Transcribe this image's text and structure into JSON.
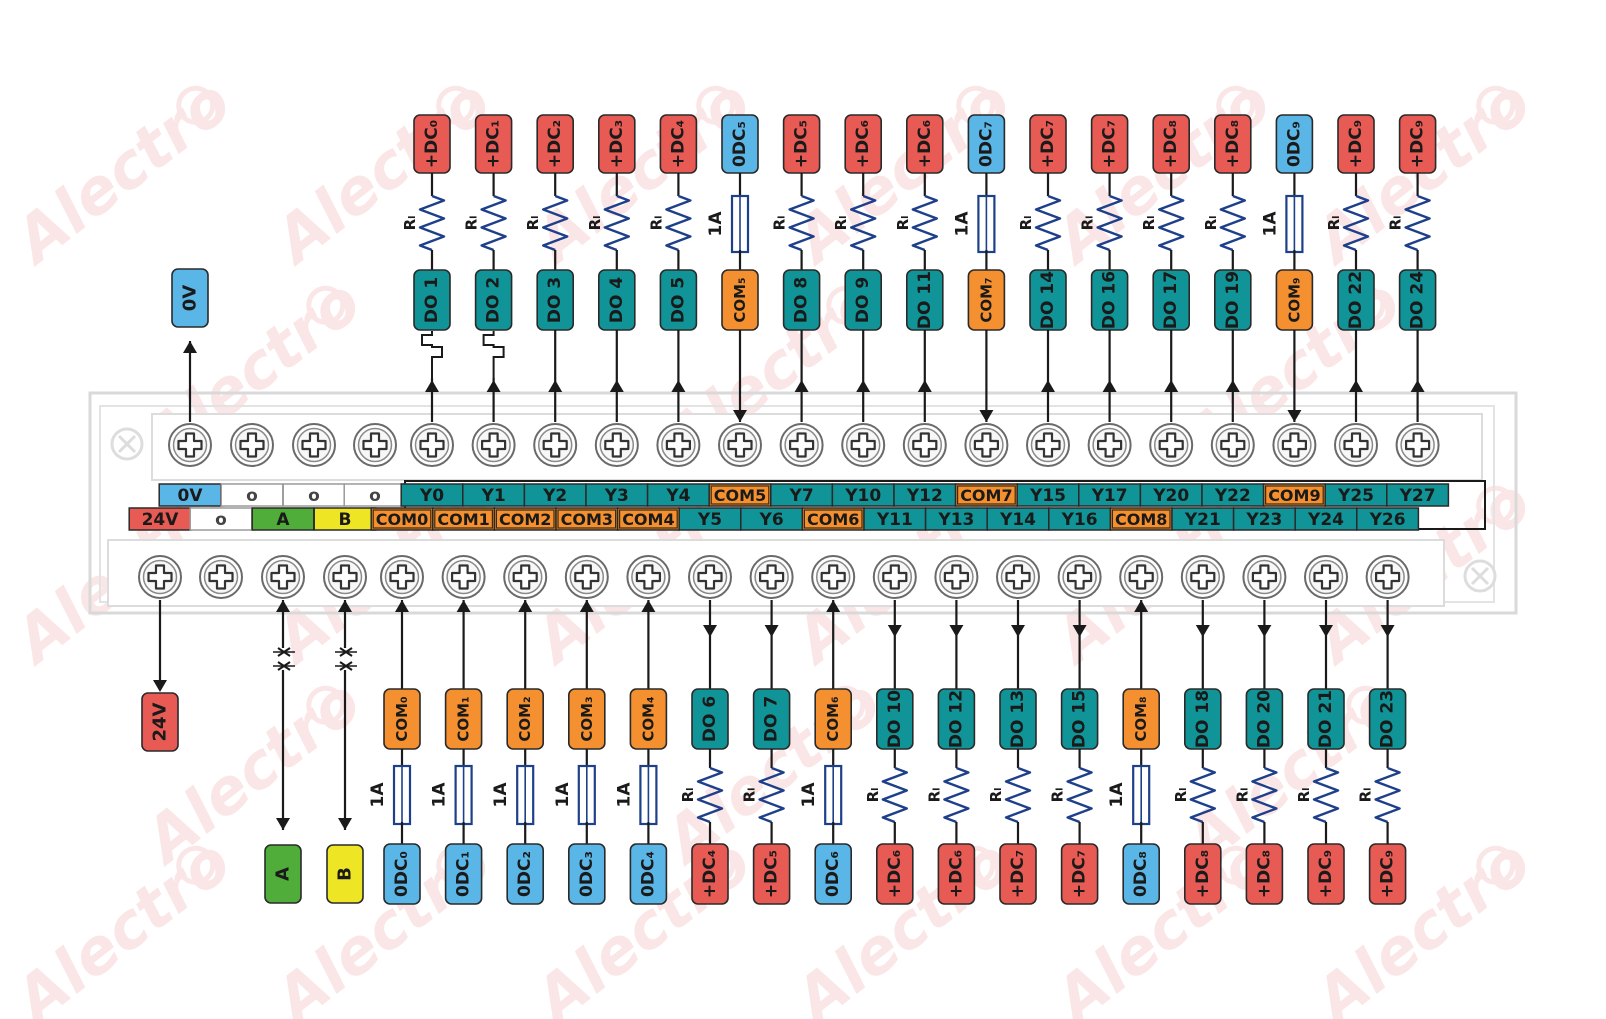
{
  "colors": {
    "red": "#e85a54",
    "blue": "#5ab6e6",
    "teal": "#119497",
    "orange": "#f4902f",
    "green": "#50ad3a",
    "yellow": "#eee624",
    "wire": "#1a1a1a",
    "resistor": "#1e3f8a",
    "watermark": "#f6d3d3"
  },
  "watermark": {
    "text": "Alectro"
  },
  "left_terminals": {
    "top": {
      "label": "0V",
      "color": "blue"
    },
    "bottom": {
      "label": "24V",
      "color": "red"
    }
  },
  "upper_channels": [
    {
      "source": "+DC₀",
      "src_color": "red",
      "element": "resistor",
      "element_label": "Rₗ",
      "terminal": "DO 1",
      "term_color": "teal",
      "wire": "up",
      "pulse": true
    },
    {
      "source": "+DC₁",
      "src_color": "red",
      "element": "resistor",
      "element_label": "Rₗ",
      "terminal": "DO 2",
      "term_color": "teal",
      "wire": "up",
      "pulse": true
    },
    {
      "source": "+DC₂",
      "src_color": "red",
      "element": "resistor",
      "element_label": "Rₗ",
      "terminal": "DO 3",
      "term_color": "teal",
      "wire": "up"
    },
    {
      "source": "+DC₃",
      "src_color": "red",
      "element": "resistor",
      "element_label": "Rₗ",
      "terminal": "DO 4",
      "term_color": "teal",
      "wire": "up"
    },
    {
      "source": "+DC₄",
      "src_color": "red",
      "element": "resistor",
      "element_label": "Rₗ",
      "terminal": "DO 5",
      "term_color": "teal",
      "wire": "up"
    },
    {
      "source": "0DC₅",
      "src_color": "blue",
      "element": "fuse",
      "element_label": "1A",
      "terminal": "COM₅",
      "term_color": "orange",
      "wire": "down"
    },
    {
      "source": "+DC₅",
      "src_color": "red",
      "element": "resistor",
      "element_label": "Rₗ",
      "terminal": "DO 8",
      "term_color": "teal",
      "wire": "up"
    },
    {
      "source": "+DC₆",
      "src_color": "red",
      "element": "resistor",
      "element_label": "Rₗ",
      "terminal": "DO 9",
      "term_color": "teal",
      "wire": "up"
    },
    {
      "source": "+DC₆",
      "src_color": "red",
      "element": "resistor",
      "element_label": "Rₗ",
      "terminal": "DO 11",
      "term_color": "teal",
      "wire": "up"
    },
    {
      "source": "0DC₇",
      "src_color": "blue",
      "element": "fuse",
      "element_label": "1A",
      "terminal": "COM₇",
      "term_color": "orange",
      "wire": "down"
    },
    {
      "source": "+DC₇",
      "src_color": "red",
      "element": "resistor",
      "element_label": "Rₗ",
      "terminal": "DO 14",
      "term_color": "teal",
      "wire": "up"
    },
    {
      "source": "+DC₇",
      "src_color": "red",
      "element": "resistor",
      "element_label": "Rₗ",
      "terminal": "DO 16",
      "term_color": "teal",
      "wire": "up"
    },
    {
      "source": "+DC₈",
      "src_color": "red",
      "element": "resistor",
      "element_label": "Rₗ",
      "terminal": "DO 17",
      "term_color": "teal",
      "wire": "up"
    },
    {
      "source": "+DC₈",
      "src_color": "red",
      "element": "resistor",
      "element_label": "Rₗ",
      "terminal": "DO 19",
      "term_color": "teal",
      "wire": "up"
    },
    {
      "source": "0DC₉",
      "src_color": "blue",
      "element": "fuse",
      "element_label": "1A",
      "terminal": "COM₉",
      "term_color": "orange",
      "wire": "down"
    },
    {
      "source": "+DC₉",
      "src_color": "red",
      "element": "resistor",
      "element_label": "Rₗ",
      "terminal": "DO 22",
      "term_color": "teal",
      "wire": "up"
    },
    {
      "source": "+DC₉",
      "src_color": "red",
      "element": "resistor",
      "element_label": "Rₗ",
      "terminal": "DO 24",
      "term_color": "teal",
      "wire": "up"
    }
  ],
  "lower_channels": [
    {
      "terminal": "COM₀",
      "term_color": "orange",
      "element": "fuse",
      "element_label": "1A",
      "source": "0DC₀",
      "src_color": "blue",
      "wire": "up"
    },
    {
      "terminal": "COM₁",
      "term_color": "orange",
      "element": "fuse",
      "element_label": "1A",
      "source": "0DC₁",
      "src_color": "blue",
      "wire": "up"
    },
    {
      "terminal": "COM₂",
      "term_color": "orange",
      "element": "fuse",
      "element_label": "1A",
      "source": "0DC₂",
      "src_color": "blue",
      "wire": "up"
    },
    {
      "terminal": "COM₃",
      "term_color": "orange",
      "element": "fuse",
      "element_label": "1A",
      "source": "0DC₃",
      "src_color": "blue",
      "wire": "up"
    },
    {
      "terminal": "COM₄",
      "term_color": "orange",
      "element": "fuse",
      "element_label": "1A",
      "source": "0DC₄",
      "src_color": "blue",
      "wire": "up"
    },
    {
      "terminal": "DO 6",
      "term_color": "teal",
      "element": "resistor",
      "element_label": "Rₗ",
      "source": "+DC₄",
      "src_color": "red",
      "wire": "down"
    },
    {
      "terminal": "DO 7",
      "term_color": "teal",
      "element": "resistor",
      "element_label": "Rₗ",
      "source": "+DC₅",
      "src_color": "red",
      "wire": "down"
    },
    {
      "terminal": "COM₆",
      "term_color": "orange",
      "element": "fuse",
      "element_label": "1A",
      "source": "0DC₆",
      "src_color": "blue",
      "wire": "up"
    },
    {
      "terminal": "DO 10",
      "term_color": "teal",
      "element": "resistor",
      "element_label": "Rₗ",
      "source": "+DC₆",
      "src_color": "red",
      "wire": "down"
    },
    {
      "terminal": "DO 12",
      "term_color": "teal",
      "element": "resistor",
      "element_label": "Rₗ",
      "source": "+DC₆",
      "src_color": "red",
      "wire": "down"
    },
    {
      "terminal": "DO 13",
      "term_color": "teal",
      "element": "resistor",
      "element_label": "Rₗ",
      "source": "+DC₇",
      "src_color": "red",
      "wire": "down"
    },
    {
      "terminal": "DO 15",
      "term_color": "teal",
      "element": "resistor",
      "element_label": "Rₗ",
      "source": "+DC₇",
      "src_color": "red",
      "wire": "down"
    },
    {
      "terminal": "COM₈",
      "term_color": "orange",
      "element": "fuse",
      "element_label": "1A",
      "source": "0DC₈",
      "src_color": "blue",
      "wire": "up"
    },
    {
      "terminal": "DO 18",
      "term_color": "teal",
      "element": "resistor",
      "element_label": "Rₗ",
      "source": "+DC₈",
      "src_color": "red",
      "wire": "down"
    },
    {
      "terminal": "DO 20",
      "term_color": "teal",
      "element": "resistor",
      "element_label": "Rₗ",
      "source": "+DC₈",
      "src_color": "red",
      "wire": "down"
    },
    {
      "terminal": "DO 21",
      "term_color": "teal",
      "element": "resistor",
      "element_label": "Rₗ",
      "source": "+DC₉",
      "src_color": "red",
      "wire": "down"
    },
    {
      "terminal": "DO 23",
      "term_color": "teal",
      "element": "resistor",
      "element_label": "Rₗ",
      "source": "+DC₉",
      "src_color": "red",
      "wire": "down"
    }
  ],
  "bus_terminals": {
    "A": {
      "label": "A",
      "color": "green"
    },
    "B": {
      "label": "B",
      "color": "yellow"
    }
  },
  "label_strip": {
    "top_row": [
      {
        "text": "0V",
        "color": "blue"
      },
      {
        "text": "o",
        "color": "white"
      },
      {
        "text": "o",
        "color": "white"
      },
      {
        "text": "o",
        "color": "white"
      },
      {
        "text": "Y0",
        "color": "teal"
      },
      {
        "text": "Y1",
        "color": "teal"
      },
      {
        "text": "Y2",
        "color": "teal"
      },
      {
        "text": "Y3",
        "color": "teal"
      },
      {
        "text": "Y4",
        "color": "teal"
      },
      {
        "text": "COM5",
        "color": "orange"
      },
      {
        "text": "Y7",
        "color": "teal"
      },
      {
        "text": "Y10",
        "color": "teal"
      },
      {
        "text": "Y12",
        "color": "teal"
      },
      {
        "text": "COM7",
        "color": "orange"
      },
      {
        "text": "Y15",
        "color": "teal"
      },
      {
        "text": "Y17",
        "color": "teal"
      },
      {
        "text": "Y20",
        "color": "teal"
      },
      {
        "text": "Y22",
        "color": "teal"
      },
      {
        "text": "COM9",
        "color": "orange"
      },
      {
        "text": "Y25",
        "color": "teal"
      },
      {
        "text": "Y27",
        "color": "teal"
      }
    ],
    "bottom_row": [
      {
        "text": "24V",
        "color": "red"
      },
      {
        "text": "o",
        "color": "white"
      },
      {
        "text": "A",
        "color": "green"
      },
      {
        "text": "B",
        "color": "yellow"
      },
      {
        "text": "COM0",
        "color": "orange"
      },
      {
        "text": "COM1",
        "color": "orange"
      },
      {
        "text": "COM2",
        "color": "orange"
      },
      {
        "text": "COM3",
        "color": "orange"
      },
      {
        "text": "COM4",
        "color": "orange"
      },
      {
        "text": "Y5",
        "color": "teal"
      },
      {
        "text": "Y6",
        "color": "teal"
      },
      {
        "text": "COM6",
        "color": "orange"
      },
      {
        "text": "Y11",
        "color": "teal"
      },
      {
        "text": "Y13",
        "color": "teal"
      },
      {
        "text": "Y14",
        "color": "teal"
      },
      {
        "text": "Y16",
        "color": "teal"
      },
      {
        "text": "COM8",
        "color": "orange"
      },
      {
        "text": "Y21",
        "color": "teal"
      },
      {
        "text": "Y23",
        "color": "teal"
      },
      {
        "text": "Y24",
        "color": "teal"
      },
      {
        "text": "Y26",
        "color": "teal"
      }
    ]
  }
}
